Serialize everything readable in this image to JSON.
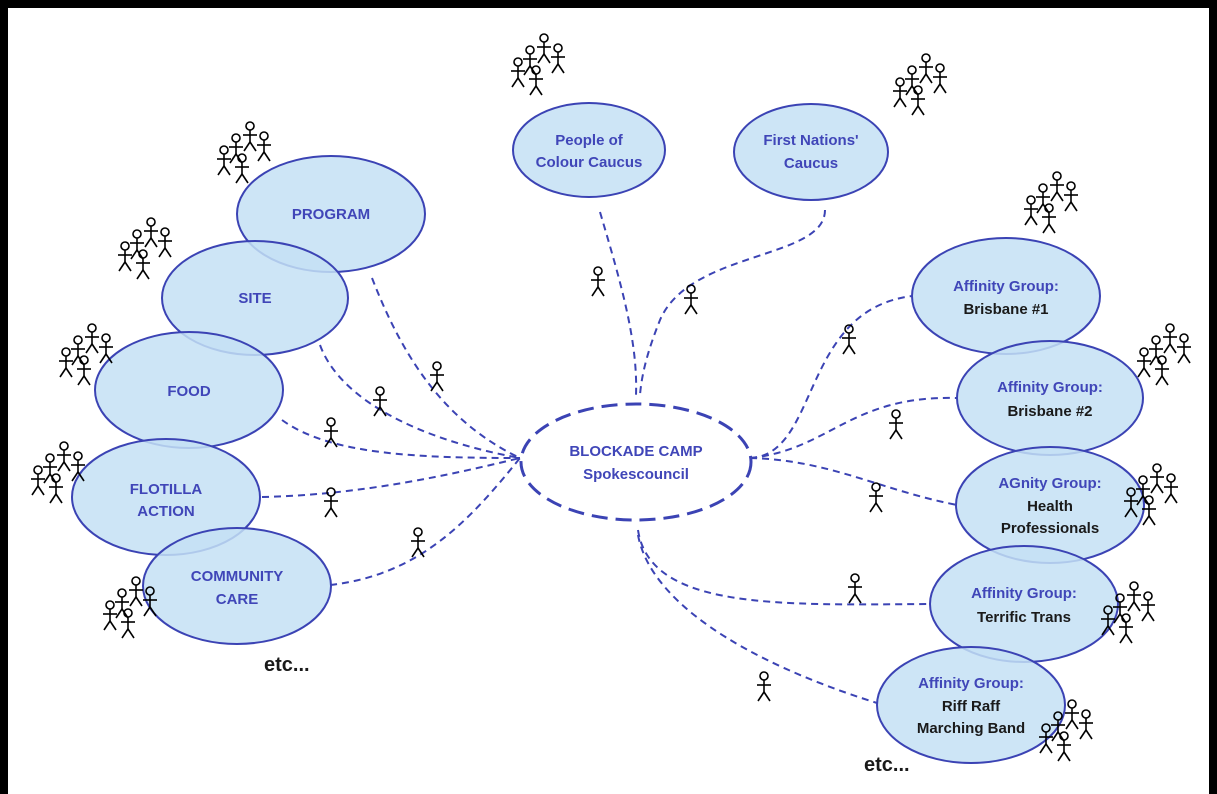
{
  "hub": {
    "line1": "BLOCKADE CAMP",
    "line2": "Spokescouncil"
  },
  "caucuses": [
    {
      "line1": "People of",
      "line2": "Colour Caucus"
    },
    {
      "line1": "First Nations'",
      "line2": "Caucus"
    }
  ],
  "working_groups": [
    {
      "line1": "PROGRAM",
      "line2": ""
    },
    {
      "line1": "SITE",
      "line2": ""
    },
    {
      "line1": "FOOD",
      "line2": ""
    },
    {
      "line1": "FLOTILLA",
      "line2": "ACTION"
    },
    {
      "line1": "COMMUNITY",
      "line2": "CARE"
    }
  ],
  "affinity_groups": [
    {
      "heading": "Affinity Group:",
      "name1": "Brisbane #1",
      "name2": ""
    },
    {
      "heading": "Affinity Group:",
      "name1": "Brisbane #2",
      "name2": ""
    },
    {
      "heading": "AGnity Group:",
      "name1": "Health",
      "name2": "Professionals"
    },
    {
      "heading": "Affinity Group:",
      "name1": "Terrific Trans",
      "name2": ""
    },
    {
      "heading": "Affinity Group:",
      "name1": "Riff Raff",
      "name2": "Marching Band"
    }
  ],
  "etc_left": "etc...",
  "etc_right": "etc...",
  "colors": {
    "node_fill": "#c4e1f5",
    "node_stroke": "#3b43b4",
    "text_blue": "#4046b8"
  }
}
